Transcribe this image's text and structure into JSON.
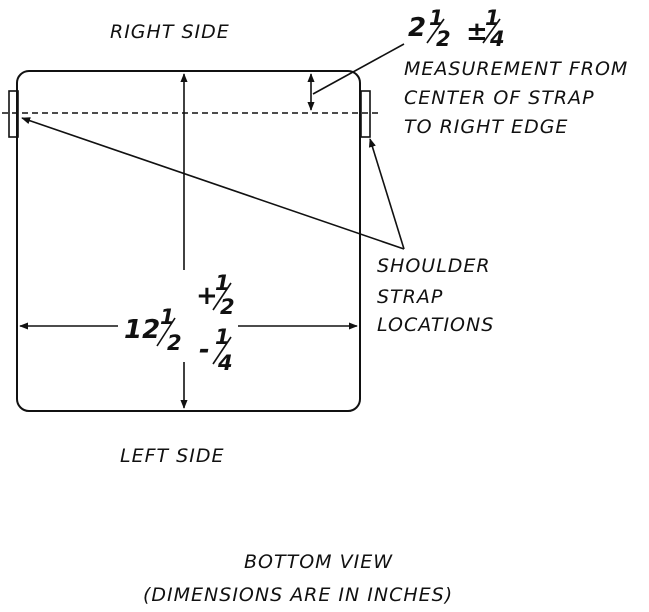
{
  "labels": {
    "top_side": "RIGHT SIDE",
    "bottom_side": "LEFT SIDE",
    "strap_locations": [
      "SHOULDER",
      "STRAP",
      "LOCATIONS"
    ],
    "measurement_note": [
      "MEASUREMENT FROM",
      "CENTER OF STRAP",
      "TO RIGHT EDGE"
    ],
    "view_title": "BOTTOM VIEW",
    "units_note": "(DIMENSIONS ARE IN INCHES)"
  },
  "dimensions": {
    "square_width": {
      "whole": "12",
      "fraction_num": "1",
      "fraction_den": "2",
      "plus_sign": "+",
      "plus_num": "1",
      "plus_den": "2",
      "minus_sign": "-",
      "minus_num": "1",
      "minus_den": "4"
    },
    "strap_offset": {
      "whole": "2",
      "fraction_num": "1",
      "fraction_den": "2",
      "tolerance_sign": "±",
      "tolerance_num": "1",
      "tolerance_den": "4"
    }
  },
  "colors": {
    "ink": "#111111",
    "background": "#ffffff"
  }
}
